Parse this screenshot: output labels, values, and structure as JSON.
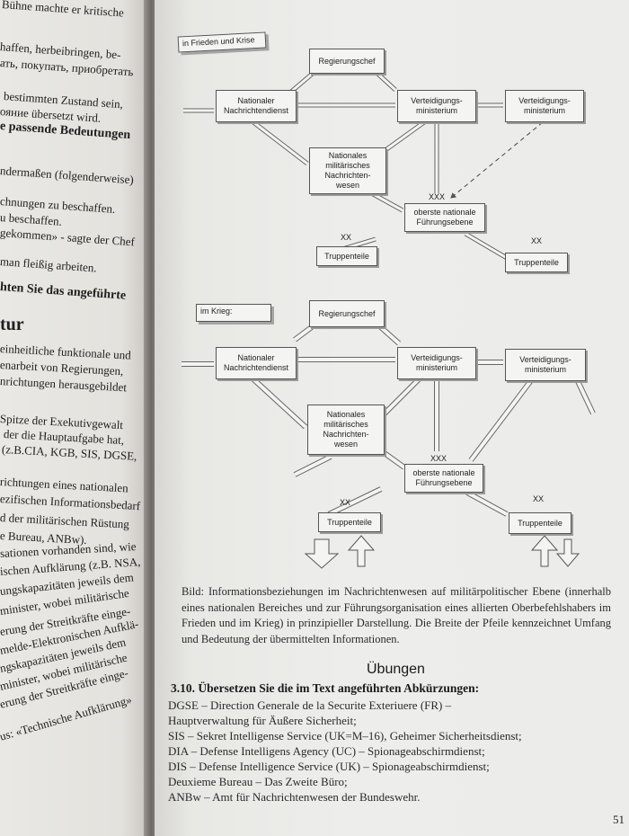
{
  "left_page": {
    "lines": [
      "Bühne machte er kritische",
      "haffen, herbeibringen, be-",
      "ать, покупать, приобретать",
      "bestimmten Zustand sein,",
      "ояние übersetzt wird.",
      "e passende Bedeutungen",
      "ndermaßen (folgenderweise)",
      "chnungen zu beschaffen.",
      "u beschaffen.",
      "gekommen» - sagte der Chef",
      "man fleißig arbeiten.",
      "hten Sie das angeführte",
      "tur",
      "einheitliche funktionale und",
      "enarbeit von Regierungen,",
      "nrichtungen herausgebildet",
      "Spitze der Exekutivgewalt",
      "der die Hauptaufgabe hat,",
      "(z.B.CIA, KGB, SIS, DGSE,",
      "richtungen eines nationalen",
      "ezifischen Informationsbedarf",
      "d der militärischen Rüstung",
      "e Bureau, ANBw).",
      "sationen vorhanden sind, wie",
      "ischen Aufklärung (z.B. NSA,",
      "ungskapazitäten jeweils dem",
      "minister, wobei militärische",
      "erung der Streitkräfte einge-",
      "melde-Elektronischen Aufklä-",
      "ngskapazitäten jeweils dem",
      "minister, wobei militärische",
      "erung der Streitkräfte einge-",
      "us: «Technische Aufklärung»"
    ]
  },
  "diagram_top": {
    "tag": "in Frieden und Krise",
    "boxes": {
      "regierungschef": "Regierungschef",
      "nationaler_nd": "Nationaler\nNachrichtendienst",
      "vert_min_1": "Verteidigungs-\nministerium",
      "vert_min_2": "Verteidigungs-\nministerium",
      "mil_nd": "Nationales\nmilitärisches\nNachrichten-\nwesen",
      "fuehrung": "oberste nationale\nFührungsebene",
      "truppe_left": "Truppenteile",
      "truppe_right": "Truppenteile"
    },
    "marks": {
      "xxx": "XXX",
      "xx_left": "XX",
      "xx_right": "XX"
    }
  },
  "diagram_bottom": {
    "tag": "im Krieg:",
    "boxes": {
      "regierungschef": "Regierungschef",
      "nationaler_nd": "Nationaler\nNachrichtendienst",
      "vert_min_1": "Verteidigungs-\nministerium",
      "vert_min_2": "Verteidigungs-\nministerium",
      "mil_nd": "Nationales\nmilitärisches\nNachrichten-\nwesen",
      "fuehrung": "oberste nationale\nFührungsebene",
      "truppe_left": "Truppenteile",
      "truppe_right": "Truppenteile"
    },
    "marks": {
      "xxx": "XXX",
      "xx_left": "XX",
      "xx_right": "XX"
    }
  },
  "caption": "Bild: Informationsbeziehungen im Nachrichtenwesen auf militärpolitischer Ebene (innerhalb eines nationalen Bereiches und zur Führungsorganisation eines allierten Oberbefehlshabers im Frieden und im Krieg) in prinzipieller Darstellung. Die Breite der Pfeile kennzeichnet Umfang und Bedeutung der übermittelten Informationen.",
  "exercises": {
    "title": "Übungen",
    "task": "3.10. Übersetzen Sie die im Text angeführten Abkürzungen:",
    "items": [
      "DGSE – Direction Generale de la Securite Exteriuere (FR) –",
      "Hauptverwaltung für Äußere Sicherheit;",
      "SIS – Sekret Intelligense Service (UK=M–16), Geheimer Sicherheitsdienst;",
      "DIA – Defense Intelligens Agency (UC) – Spionageabschirmdienst;",
      "DIS – Defense Intelligence Service (UK) – Spionageabschirmdienst;",
      "Deuxieme Bureau – Das Zweite Büro;",
      "ANBw – Amt für Nachrichtenwesen der Bundeswehr."
    ]
  },
  "page_number": "51"
}
